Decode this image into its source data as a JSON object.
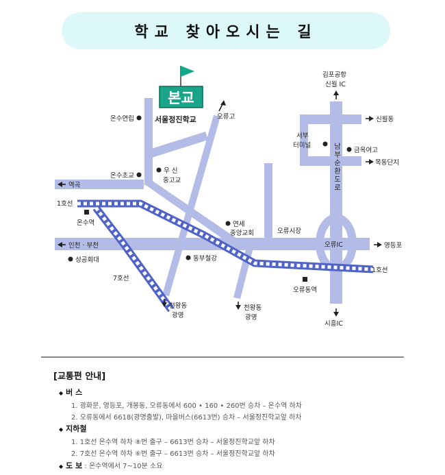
{
  "title": "학교 찾아오시는 길",
  "map": {
    "flag_label": "본교",
    "school_label": "서울정진학교",
    "places": {
      "onsu_apt": "온수연립",
      "onsu_elem": "온수초교",
      "usin_1": "우 신",
      "usin_2": "중고교",
      "onsu_station": "온수역",
      "yonsei_1": "연세",
      "yonsei_2": "중앙교회",
      "oryu_market": "오류시장",
      "sunggonghoe": "성공회대",
      "dongbu_steel": "동부철강",
      "seobu_1": "서부",
      "seobu_2": "터미널",
      "geumok": "금옥여고",
      "oryu_station": "오류동역",
      "oryu_ic": "오류IC",
      "nambu_road": "남부순환도로"
    },
    "directions": {
      "oryugo": "오류고",
      "gimpo_1": "김포공항",
      "gimpo_2": "신월 IC",
      "sinwol": "신월동",
      "mokdong": "목동단지",
      "yeokgok": "역곡",
      "incheon": "인천 · 부천",
      "yeongdeungpo": "영등포",
      "cheonwang_left_1": "천왕동",
      "cheonwang_left_2": "광명",
      "cheonwang_mid_1": "천왕동",
      "cheonwang_mid_2": "광명",
      "siheung": "시흥IC"
    },
    "rail_labels": {
      "line1_left": "1호선",
      "line1_right": "1호선",
      "line7": "7호선"
    },
    "colors": {
      "road": "#b3bce6",
      "rail": "#5064c8",
      "flag": "#12a88a",
      "sign": "#1aa58a",
      "banner": "#ddf8f8"
    }
  },
  "info": {
    "heading": "[교통편 안내]",
    "bus": {
      "title": "버 스",
      "lines": [
        "1. 광화문, 영등포, 개봉동, 오류동에서 600 • 160 • 260번 승차 – 온수역 하차",
        "2. 오류동에서 6618(광명출발), 마을버스(6613번) 승차 – 서울정진학교앞 하차"
      ]
    },
    "subway": {
      "title": "지하철",
      "lines": [
        "1. 1호선 온수역 하차 ⑧번 출구 – 6613번 승차 – 서울정진학교앞 하차",
        "2. 7호선 온수역 하차 ⑥번 출구 – 6613번 승차 – 서울정진학교앞 하차"
      ]
    },
    "walk": {
      "title": "도 보",
      "text": ": 온수역에서 7~10분 소요"
    }
  }
}
